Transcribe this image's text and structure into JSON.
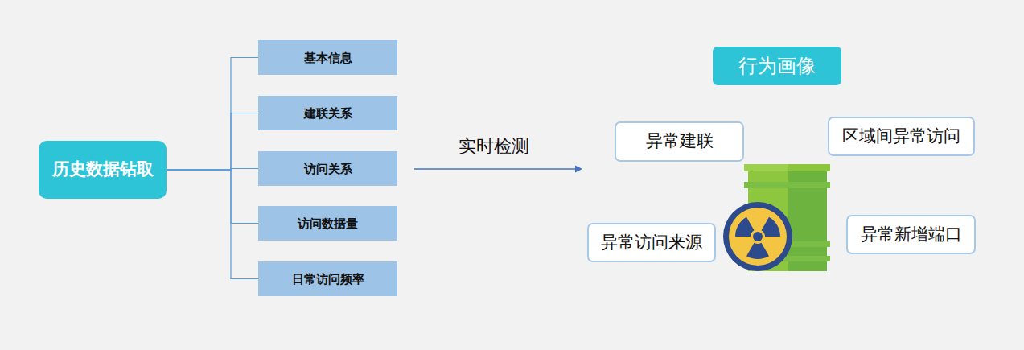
{
  "diagram": {
    "nodes": [
      {
        "text": [
          "历史数据钻取"
        ]
      },
      {
        "text": [
          "基本信息"
        ]
      },
      {
        "text": [
          "建联关系"
        ]
      },
      {
        "text": [
          "访问关系"
        ]
      },
      {
        "text": [
          "访问数据量"
        ]
      },
      {
        "text": [
          "日常访问频率"
        ]
      },
      {
        "text": [
          "行为画像"
        ]
      },
      {
        "text": [
          "异常建联"
        ]
      },
      {
        "text": [
          "区域间异常访问"
        ]
      },
      {
        "text": [
          "异常访问来源"
        ]
      },
      {
        "text": [
          "异常新增端口"
        ]
      }
    ],
    "edges": [
      {
        "from": 0,
        "to": 1,
        "arrow": "none"
      },
      {
        "from": 0,
        "to": 2,
        "arrow": "none"
      },
      {
        "from": 0,
        "to": 3,
        "arrow": "none"
      },
      {
        "from": 0,
        "to": 4,
        "arrow": "none"
      },
      {
        "from": 0,
        "to": 5,
        "arrow": "none"
      }
    ],
    "labels": [
      "实时检测"
    ]
  }
}
